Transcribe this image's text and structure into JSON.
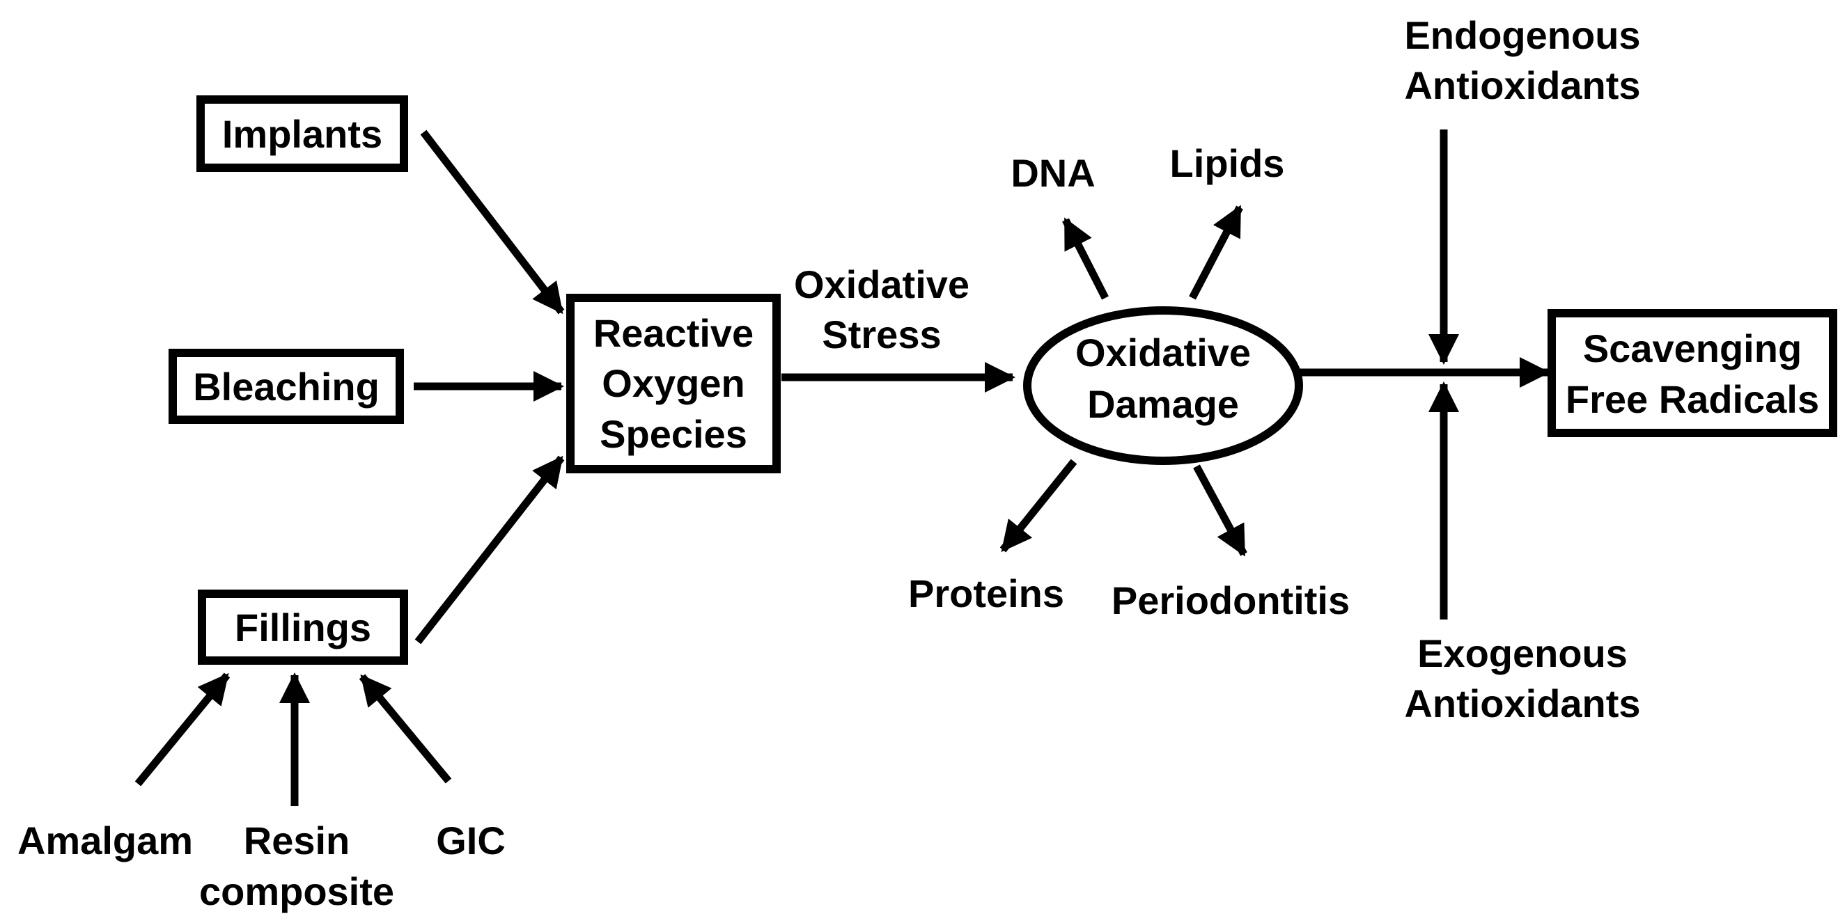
{
  "nodes": {
    "implants": "Implants",
    "bleaching": "Bleaching",
    "fillings": "Fillings",
    "amalgam": "Amalgam",
    "resin_line1": "Resin",
    "resin_line2": "composite",
    "gic": "GIC",
    "ros_line1": "Reactive",
    "ros_line2": "Oxygen",
    "ros_line3": "Species",
    "stress_line1": "Oxidative",
    "stress_line2": "Stress",
    "damage_line1": "Oxidative",
    "damage_line2": "Damage",
    "dna": "DNA",
    "lipids": "Lipids",
    "proteins": "Proteins",
    "periodontitis": "Periodontitis",
    "endo_line1": "Endogenous",
    "endo_line2": "Antioxidants",
    "exo_line1": "Exogenous",
    "exo_line2": "Antioxidants",
    "scav_line1": "Scavenging",
    "scav_line2": "Free Radicals"
  },
  "colors": {
    "ink": "#000000",
    "background": "#ffffff"
  }
}
